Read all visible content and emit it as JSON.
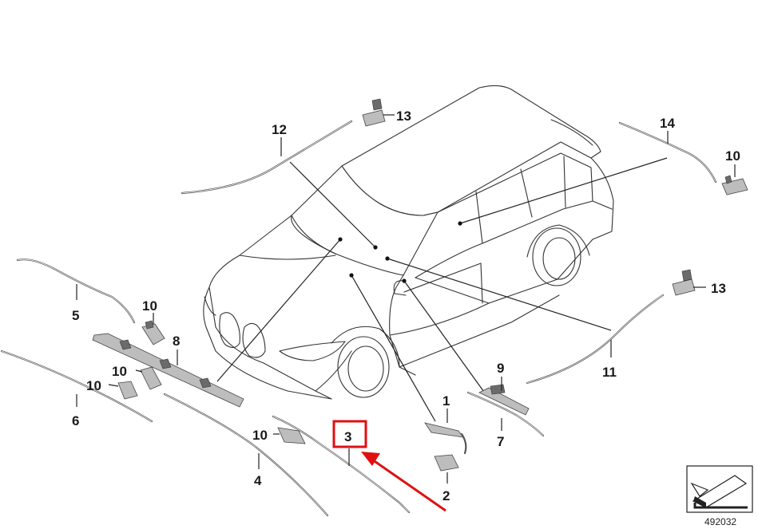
{
  "labels": {
    "p1": "1",
    "p2": "2",
    "p3": "3",
    "p4": "4",
    "p5": "5",
    "p6": "6",
    "p7": "7",
    "p8": "8",
    "p9": "9",
    "p10": "10",
    "p11": "11",
    "p12": "12",
    "p13": "13",
    "p14": "14"
  },
  "highlight": {
    "part": "3",
    "color": "#e01010"
  },
  "reference_number": "492032"
}
